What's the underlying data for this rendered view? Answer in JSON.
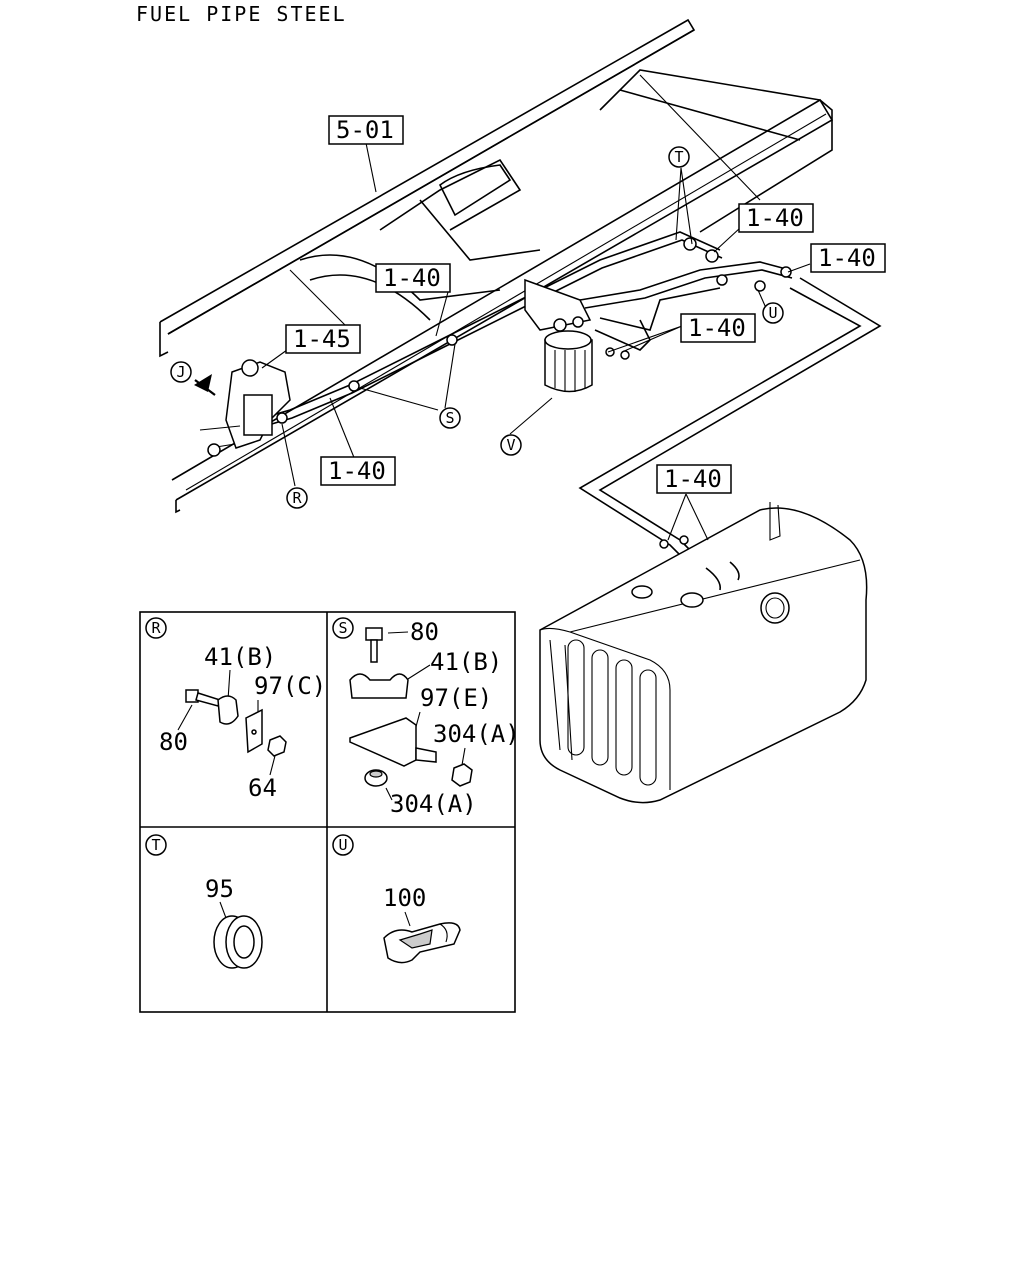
{
  "title": "FUEL PIPE STEEL",
  "main_diagram": {
    "callout_boxes": {
      "frame": "5-01",
      "pipe_upper_left": "1-40",
      "pipe_top_right": "1-40",
      "pipe_far_right": "1-40",
      "pipe_right_mid": "1-40",
      "pipe_lower_left": "1-40",
      "pipe_tank": "1-40",
      "pump": "1-45"
    },
    "circle_markers": {
      "t": "T",
      "u": "U",
      "s": "S",
      "v": "V",
      "r": "R",
      "j": "J"
    }
  },
  "detail_panels": {
    "r": {
      "marker": "R",
      "labels": {
        "clip": "41(B)",
        "plate": "97(C)",
        "bolt": "80",
        "nut": "64"
      }
    },
    "s": {
      "marker": "S",
      "labels": {
        "bolt": "80",
        "clip": "41(B)",
        "bracket": "97(E)",
        "nut_right": "304(A)",
        "nut_bottom": "304(A)"
      }
    },
    "t": {
      "marker": "T",
      "labels": {
        "grommet": "95"
      }
    },
    "u": {
      "marker": "U",
      "labels": {
        "clip": "100"
      }
    }
  }
}
